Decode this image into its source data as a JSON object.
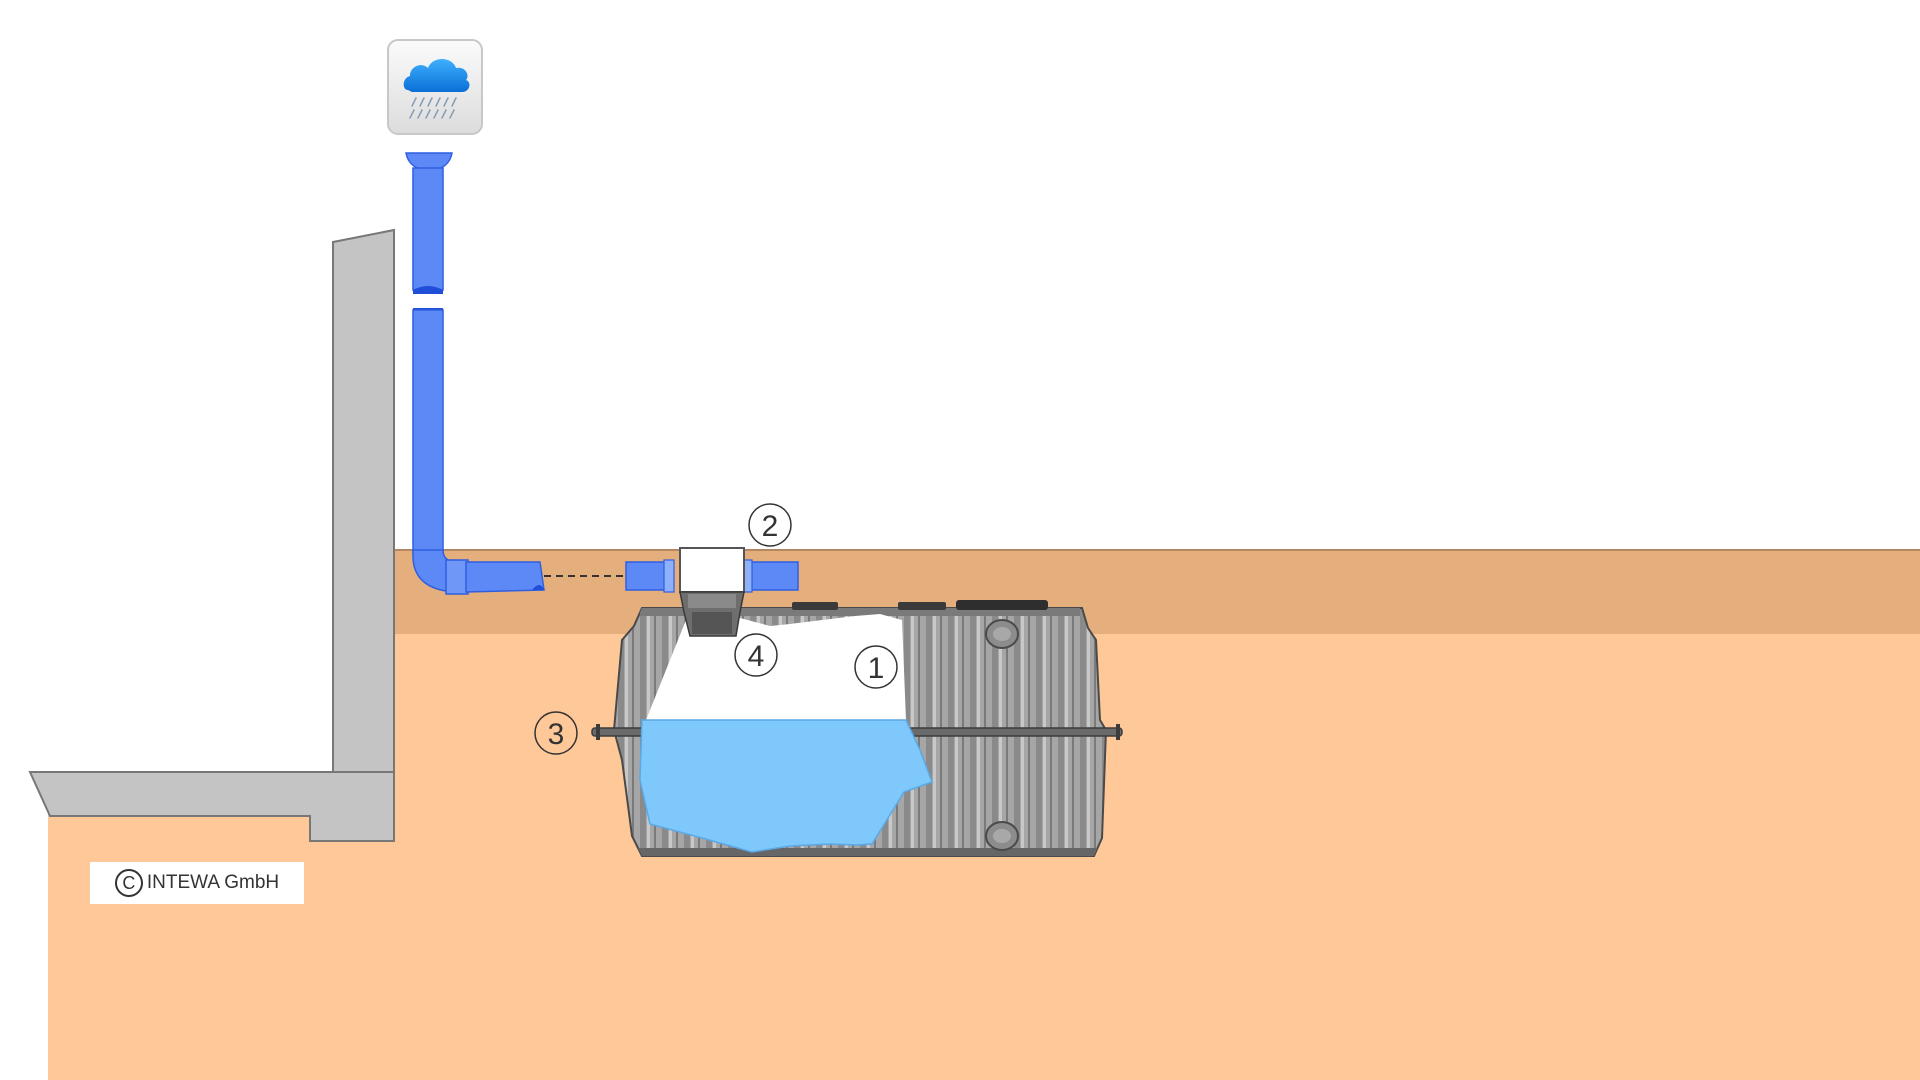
{
  "colors": {
    "sky": "#ffffff",
    "topsoil": "#e4ae7d",
    "soil": "#fec898",
    "wall": "#c4c4c4",
    "wall_stroke": "#777777",
    "pipe": "#5d89f6",
    "pipe_dark": "#2f5fe0",
    "water": "#7ec8fb",
    "tank": "#a9a9a9",
    "filter": "#6e6e6e"
  },
  "icons": {
    "rain": "rain-cloud-icon",
    "copyright": "copyright-icon"
  },
  "callouts": [
    {
      "id": "1",
      "label": "1"
    },
    {
      "id": "2",
      "label": "2"
    },
    {
      "id": "3",
      "label": "3"
    },
    {
      "id": "4",
      "label": "4"
    }
  ],
  "copyright": {
    "symbol": "C",
    "text": "INTEWA GmbH"
  }
}
